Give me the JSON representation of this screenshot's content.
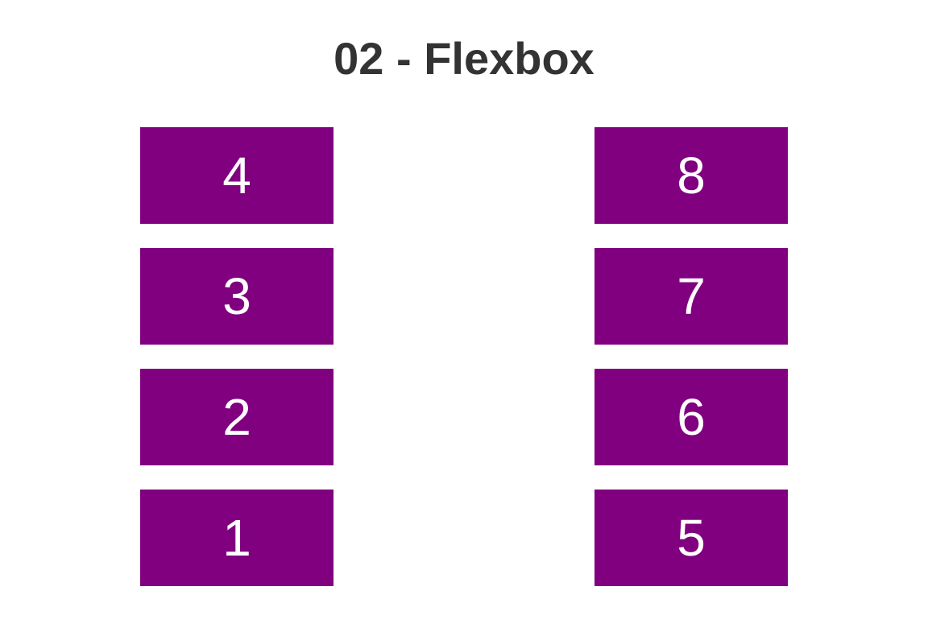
{
  "title": "02 - Flexbox",
  "colors": {
    "box_background": "#800080",
    "box_text": "#ffffff",
    "title_text": "#333333",
    "page_background": "#ffffff"
  },
  "columns": [
    {
      "boxes": [
        "4",
        "3",
        "2",
        "1"
      ]
    },
    {
      "boxes": [
        "8",
        "7",
        "6",
        "5"
      ]
    }
  ]
}
